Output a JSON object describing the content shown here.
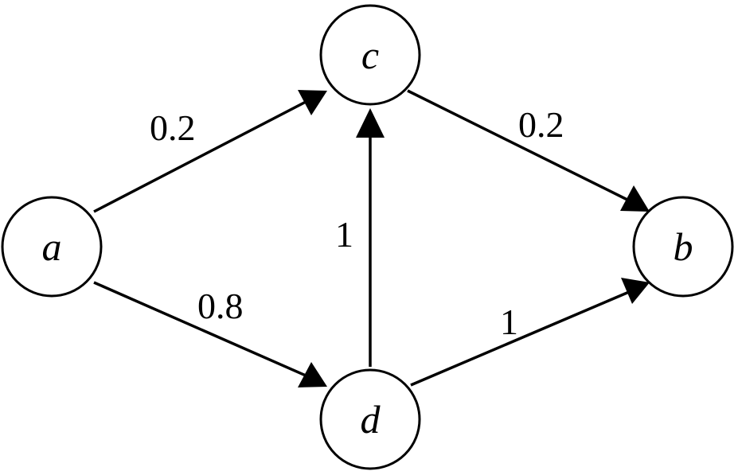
{
  "nodes": {
    "a": {
      "label": "a"
    },
    "b": {
      "label": "b"
    },
    "c": {
      "label": "c"
    },
    "d": {
      "label": "d"
    }
  },
  "edges": [
    {
      "from": "a",
      "to": "c",
      "weight": "0.2"
    },
    {
      "from": "a",
      "to": "d",
      "weight": "0.8"
    },
    {
      "from": "d",
      "to": "c",
      "weight": "1"
    },
    {
      "from": "c",
      "to": "b",
      "weight": "0.2"
    },
    {
      "from": "d",
      "to": "b",
      "weight": "1"
    }
  ],
  "colors": {
    "stroke": "#000000",
    "fill": "#ffffff"
  }
}
